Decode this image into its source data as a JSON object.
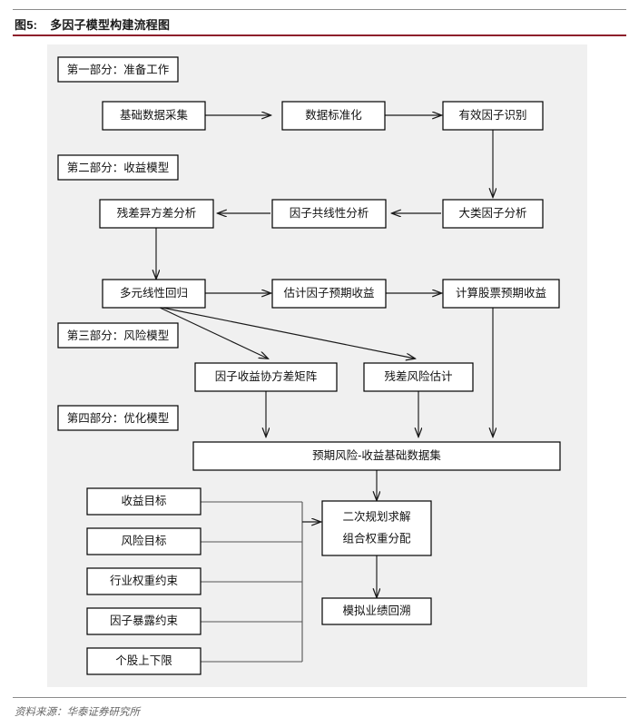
{
  "figure": {
    "label": "图5:",
    "title": "多因子模型构建流程图",
    "accent_color": "#8d1f2b",
    "rule_color": "#8c8c8c",
    "background_color": "#f0f0f0"
  },
  "source": {
    "text": "资料来源：华泰证券研究所"
  },
  "sections": [
    {
      "id": "part1",
      "label": "第一部分：准备工作"
    },
    {
      "id": "part2",
      "label": "第二部分：收益模型"
    },
    {
      "id": "part3",
      "label": "第三部分：风险模型"
    },
    {
      "id": "part4",
      "label": "第四部分：优化模型"
    }
  ],
  "nodes": [
    {
      "id": "n1",
      "label": "基础数据采集"
    },
    {
      "id": "n2",
      "label": "数据标准化"
    },
    {
      "id": "n3",
      "label": "有效因子识别"
    },
    {
      "id": "n4",
      "label": "残差异方差分析"
    },
    {
      "id": "n5",
      "label": "因子共线性分析"
    },
    {
      "id": "n6",
      "label": "大类因子分析"
    },
    {
      "id": "n7",
      "label": "多元线性回归"
    },
    {
      "id": "n8",
      "label": "估计因子预期收益"
    },
    {
      "id": "n9",
      "label": "计算股票预期收益"
    },
    {
      "id": "n10",
      "label": "因子收益协方差矩阵"
    },
    {
      "id": "n11",
      "label": "残差风险估计"
    },
    {
      "id": "n12",
      "label": "预期风险-收益基础数据集"
    },
    {
      "id": "n13",
      "label": "收益目标"
    },
    {
      "id": "n14",
      "label": "风险目标"
    },
    {
      "id": "n15",
      "label": "行业权重约束"
    },
    {
      "id": "n16",
      "label": "因子暴露约束"
    },
    {
      "id": "n17",
      "label": "个股上下限"
    },
    {
      "id": "n18",
      "label": "二次规划求解"
    },
    {
      "id": "n18b",
      "label": "组合权重分配"
    },
    {
      "id": "n19",
      "label": "模拟业绩回溯"
    }
  ],
  "chart_data": {
    "type": "diagram",
    "title": "多因子模型构建流程图",
    "flow": [
      {
        "from": "基础数据采集",
        "to": "数据标准化"
      },
      {
        "from": "数据标准化",
        "to": "有效因子识别"
      },
      {
        "from": "有效因子识别",
        "to": "大类因子分析"
      },
      {
        "from": "大类因子分析",
        "to": "因子共线性分析"
      },
      {
        "from": "因子共线性分析",
        "to": "残差异方差分析"
      },
      {
        "from": "残差异方差分析",
        "to": "多元线性回归"
      },
      {
        "from": "多元线性回归",
        "to": "估计因子预期收益"
      },
      {
        "from": "估计因子预期收益",
        "to": "计算股票预期收益"
      },
      {
        "from": "多元线性回归",
        "to": "因子收益协方差矩阵"
      },
      {
        "from": "多元线性回归",
        "to": "残差风险估计"
      },
      {
        "from": "因子收益协方差矩阵",
        "to": "预期风险-收益基础数据集"
      },
      {
        "from": "残差风险估计",
        "to": "预期风险-收益基础数据集"
      },
      {
        "from": "计算股票预期收益",
        "to": "预期风险-收益基础数据集"
      },
      {
        "from": "预期风险-收益基础数据集",
        "to": "二次规划求解组合权重分配"
      },
      {
        "from": "收益目标",
        "to": "二次规划求解组合权重分配"
      },
      {
        "from": "风险目标",
        "to": "二次规划求解组合权重分配"
      },
      {
        "from": "行业权重约束",
        "to": "二次规划求解组合权重分配"
      },
      {
        "from": "因子暴露约束",
        "to": "二次规划求解组合权重分配"
      },
      {
        "from": "个股上下限",
        "to": "二次规划求解组合权重分配"
      },
      {
        "from": "二次规划求解组合权重分配",
        "to": "模拟业绩回溯"
      }
    ]
  }
}
